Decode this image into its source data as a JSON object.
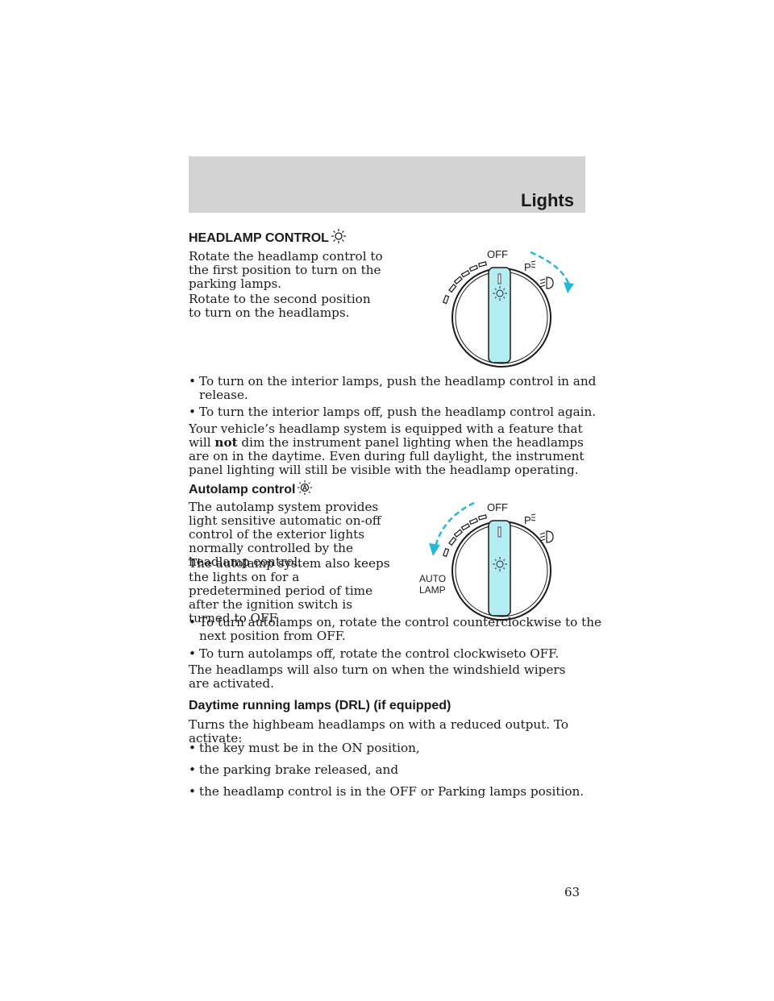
{
  "header": {
    "section_title": "Lights"
  },
  "headlamp": {
    "heading": "HEADLAMP CONTROL",
    "para1": "Rotate the headlamp control to the first position to turn on the parking lamps.",
    "para2": "Rotate to the second position to turn on the headlamps.",
    "bullets": [
      "To turn on the interior lamps, push the headlamp control in and release.",
      "To turn the interior lamps off, push the headlamp control again."
    ],
    "dim_para_pre": "Your vehicle’s headlamp system is equipped with a feature that will ",
    "dim_para_bold": "not",
    "dim_para_post": " dim the instrument panel lighting when the headlamps are on in the daytime. Even during full daylight, the instrument panel lighting will still be visible with the headlamp operating."
  },
  "figure1": {
    "off_label": "OFF",
    "park_label": "P"
  },
  "autolamp": {
    "heading": "Autolamp control",
    "icon_letter": "A",
    "para1": "The autolamp system provides light sensitive automatic on-off control of the exterior lights normally controlled by the headlamp control.",
    "para2": "The autolamp system also keeps the lights on for a predetermined period of time after the ignition switch is turned to OFF.",
    "bullet1": "To turn autolamps on, rotate the control counterclockwise to the next position from OFF.",
    "bullet2": "To turn autolamps off, rotate the control clockwiseto OFF.",
    "wipers_para": "The headlamps will also turn on when the windshield wipers are activated."
  },
  "figure2": {
    "off_label": "OFF",
    "park_label": "P",
    "auto_label_1": "AUTO",
    "auto_label_2": "LAMP"
  },
  "drl": {
    "heading": "Daytime running lamps (DRL) (if equipped)",
    "intro": "Turns the highbeam headlamps on with a reduced output. To activate:",
    "bullets": [
      "the key must be in the ON position,",
      "the parking brake released, and",
      "the headlamp control is in the OFF or Parking lamps position."
    ]
  },
  "page_number": "63",
  "colors": {
    "header_band": "#d3d3d3",
    "knob_accent": "#b3ecf2",
    "arrow": "#23b8d6"
  }
}
